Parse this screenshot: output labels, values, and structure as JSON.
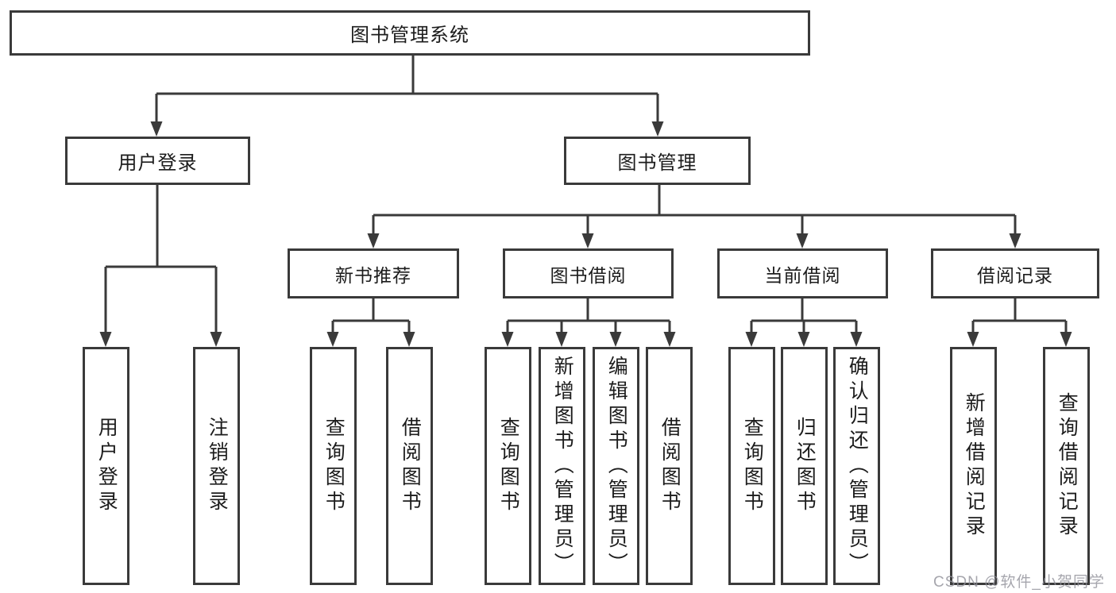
{
  "diagram": {
    "title": "图书管理系统",
    "level1": {
      "user_login": "用户登录",
      "book_management": "图书管理"
    },
    "level2": {
      "new_book_recommend": "新书推荐",
      "book_borrow": "图书借阅",
      "current_borrow": "当前借阅",
      "borrow_records": "借阅记录"
    },
    "leaves": {
      "user_login": "用户登录",
      "logout": "注销登录",
      "rec_query_books": "查询图书",
      "rec_borrow_books": "借阅图书",
      "bb_query_books": "查询图书",
      "bb_add_books_admin": "新增图书（管理员）",
      "bb_edit_books_admin": "编辑图书（管理员）",
      "bb_borrow_books": "借阅图书",
      "cb_query_books": "查询图书",
      "cb_return_books": "归还图书",
      "cb_confirm_return_admin": "确认归还（管理员）",
      "br_add_record": "新增借阅记录",
      "br_query_record": "查询借阅记录"
    }
  },
  "watermark": "CSDN @软件_小贺同学",
  "colors": {
    "line": "#3a3a3a",
    "text": "#1c1c1c",
    "background": "#ffffff",
    "watermark": "#909098"
  }
}
